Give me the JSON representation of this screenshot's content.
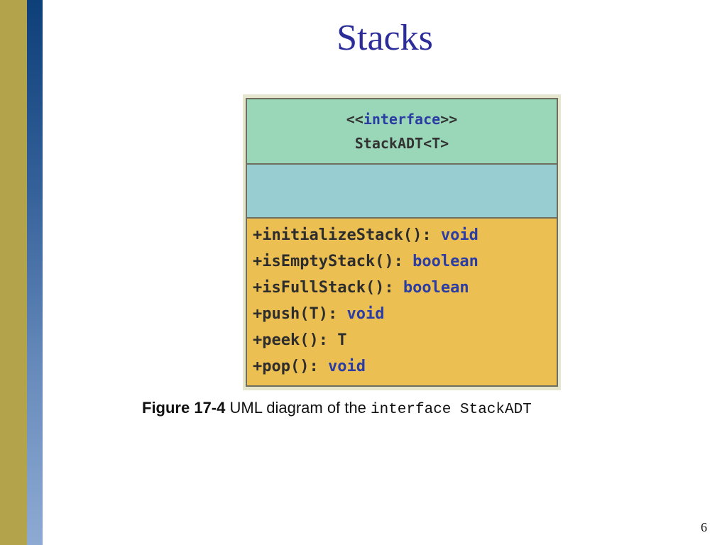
{
  "slide": {
    "title": "Stacks",
    "page_number": "6"
  },
  "uml": {
    "stereotype_open": "<<",
    "stereotype_word": "interface",
    "stereotype_close": ">>",
    "class_name": "StackADT<T>",
    "operations": [
      {
        "sig": "+initializeStack(): ",
        "type": "void"
      },
      {
        "sig": "+isEmptyStack(): ",
        "type": "boolean"
      },
      {
        "sig": "+isFullStack(): ",
        "type": "boolean"
      },
      {
        "sig": "+push(T): ",
        "type": "void"
      },
      {
        "sig": "+peek(): ",
        "type": "T"
      },
      {
        "sig": "+pop(): ",
        "type": "void"
      }
    ]
  },
  "caption": {
    "label": "Figure 17-4",
    "text": " UML diagram of the ",
    "code": "interface StackADT"
  },
  "colors": {
    "title": "#2d2d9a",
    "name_compartment": "#9ad6b8",
    "attribute_compartment": "#98ced2",
    "operations_compartment": "#ecbf53",
    "keyword": "#2b3ca3"
  }
}
